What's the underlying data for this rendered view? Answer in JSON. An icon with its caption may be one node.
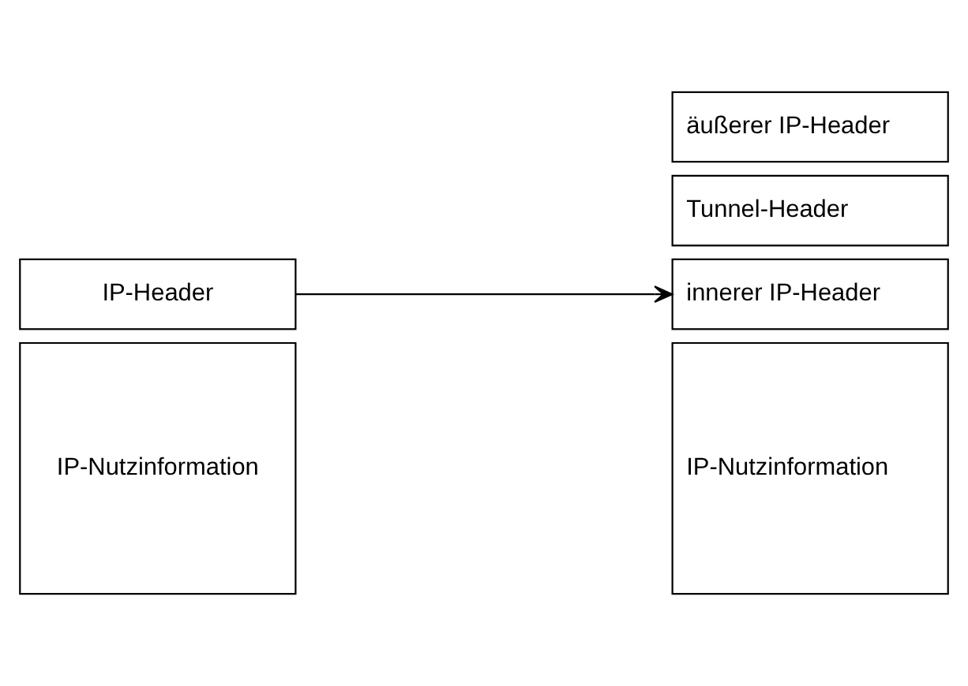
{
  "diagram": {
    "nodes": [
      {
        "text": [
          "IP-Header"
        ]
      },
      {
        "text": [
          "IP-Nutzinformation"
        ]
      },
      {
        "text": [
          "äußerer IP-Header"
        ]
      },
      {
        "text": [
          "Tunnel-Header"
        ]
      },
      {
        "text": [
          "innerer IP-Header"
        ]
      },
      {
        "text": [
          "IP-Nutzinformation"
        ]
      }
    ],
    "edges": [
      {
        "from": 0,
        "to": 4,
        "arrow": "to"
      }
    ]
  }
}
